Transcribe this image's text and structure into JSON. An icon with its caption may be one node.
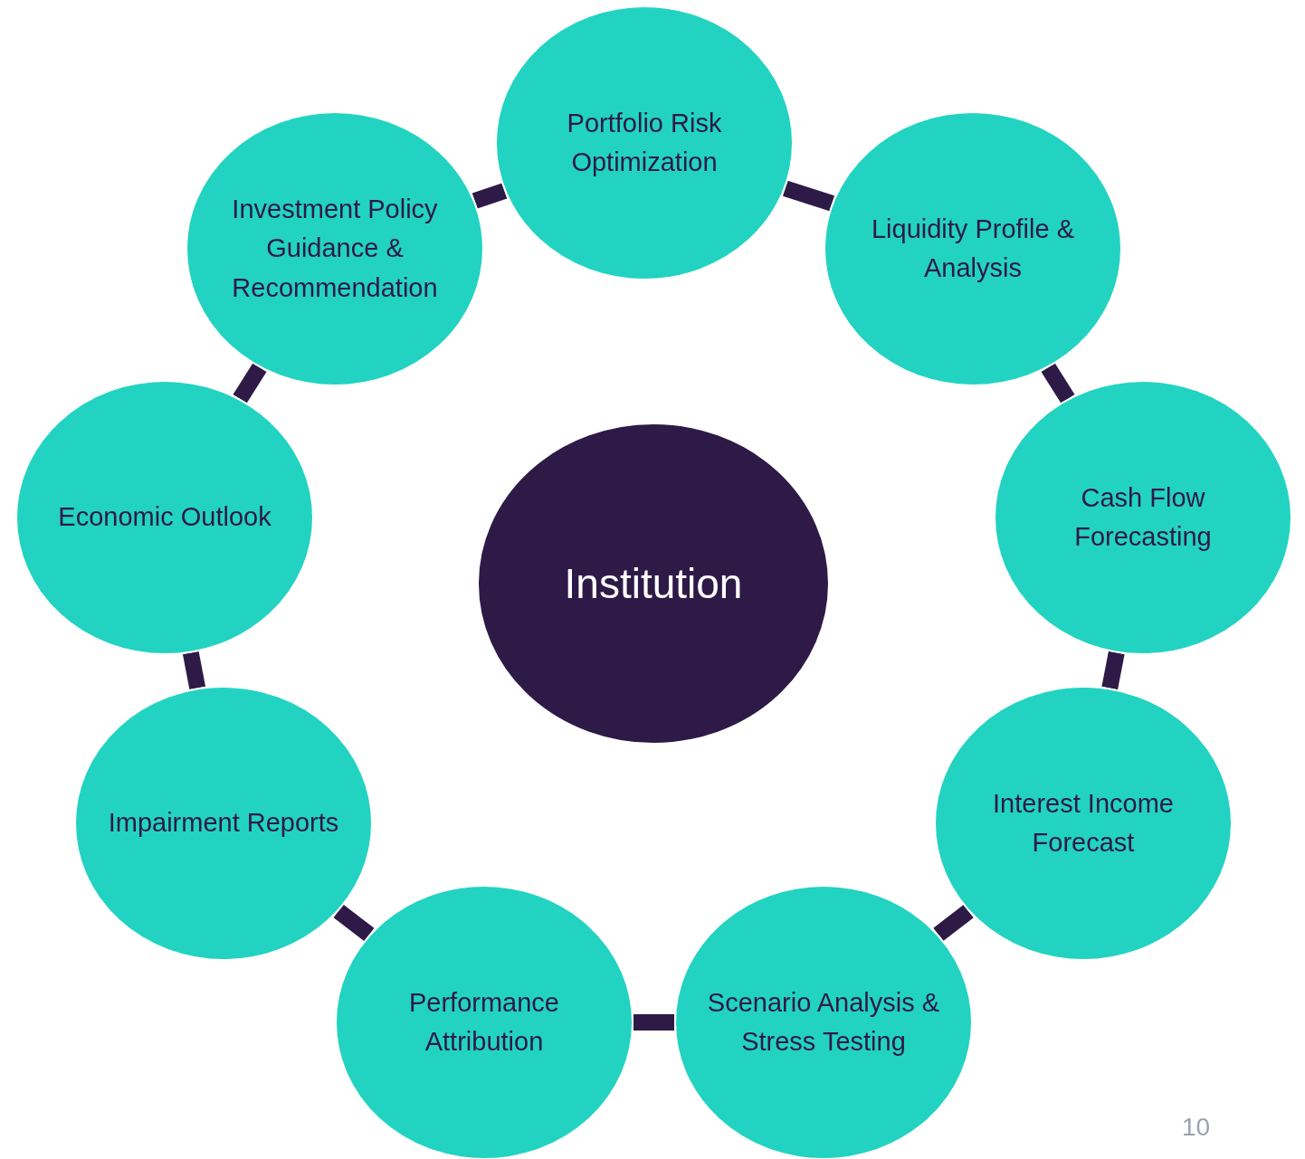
{
  "diagram": {
    "nodes": [
      {
        "text": [
          "Portfolio Risk Optimization"
        ]
      },
      {
        "text": [
          "Liquidity Profile & Analysis"
        ]
      },
      {
        "text": [
          "Cash Flow Forecasting"
        ]
      },
      {
        "text": [
          "Interest Income Forecast"
        ]
      },
      {
        "text": [
          "Scenario Analysis & Stress Testing"
        ]
      },
      {
        "text": [
          "Performance Attribution"
        ]
      },
      {
        "text": [
          "Impairment Reports"
        ]
      },
      {
        "text": [
          "Economic Outlook"
        ]
      },
      {
        "text": [
          "Investment Policy Guidance & Recommendation"
        ]
      },
      {
        "text": [
          "Institution"
        ]
      }
    ],
    "edges": [
      {
        "from": 0,
        "to": 1,
        "arrow": "none"
      },
      {
        "from": 1,
        "to": 2,
        "arrow": "none"
      },
      {
        "from": 2,
        "to": 3,
        "arrow": "none"
      },
      {
        "from": 3,
        "to": 4,
        "arrow": "none"
      },
      {
        "from": 4,
        "to": 5,
        "arrow": "none"
      },
      {
        "from": 5,
        "to": 6,
        "arrow": "none"
      },
      {
        "from": 6,
        "to": 7,
        "arrow": "none"
      },
      {
        "from": 7,
        "to": 8,
        "arrow": "none"
      },
      {
        "from": 8,
        "to": 0,
        "arrow": "none"
      }
    ],
    "labels": [
      "10"
    ]
  }
}
